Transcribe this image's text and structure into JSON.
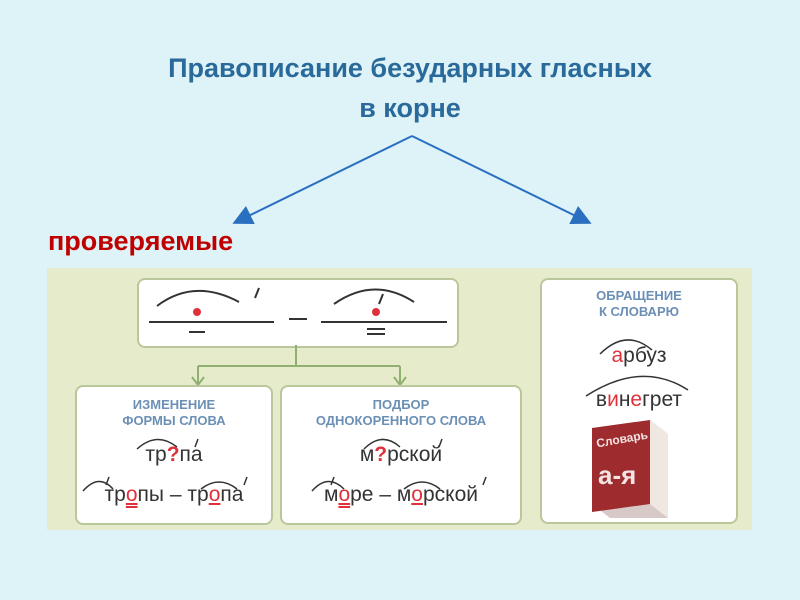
{
  "title": {
    "line1": "Правописание безударных гласных",
    "line2": "в корне"
  },
  "branch_left_label": "проверяемые",
  "top_scheme": {
    "dash": "–"
  },
  "box_form_change": {
    "heading1": "ИЗМЕНЕНИЕ",
    "heading2": "ФОРМЫ СЛОВА",
    "example": {
      "pre": "тр",
      "mark": "?",
      "post": "па"
    },
    "pair": {
      "w1_pre": "тр",
      "w1_vowel": "о",
      "w1_post": "пы",
      "dash": "–",
      "w2_pre": "тр",
      "w2_vowel": "о",
      "w2_post": "па"
    }
  },
  "box_same_root": {
    "heading1": "ПОДБОР",
    "heading2": "ОДНОКОРЕННОГО СЛОВА",
    "example": {
      "pre": "м",
      "mark": "?",
      "post": "рской"
    },
    "pair": {
      "w1_pre": "м",
      "w1_vowel": "о",
      "w1_post": "ре",
      "dash": "–",
      "w2_pre": "м",
      "w2_vowel": "о",
      "w2_post": "рской"
    }
  },
  "box_dictionary": {
    "heading1": "ОБРАЩЕНИЕ",
    "heading2": "К СЛОВАРЮ",
    "word1": {
      "p1": "а",
      "p2": "рбуз"
    },
    "word2": {
      "p1": "в",
      "p2": "и",
      "p3": "н",
      "p4": "е",
      "p5": "грет"
    },
    "book": {
      "title": "Словарь",
      "range": "а-я"
    }
  },
  "colors": {
    "title": "#2a6a9a",
    "accent_red": "#c00000",
    "arrow": "#2a6fc0"
  }
}
